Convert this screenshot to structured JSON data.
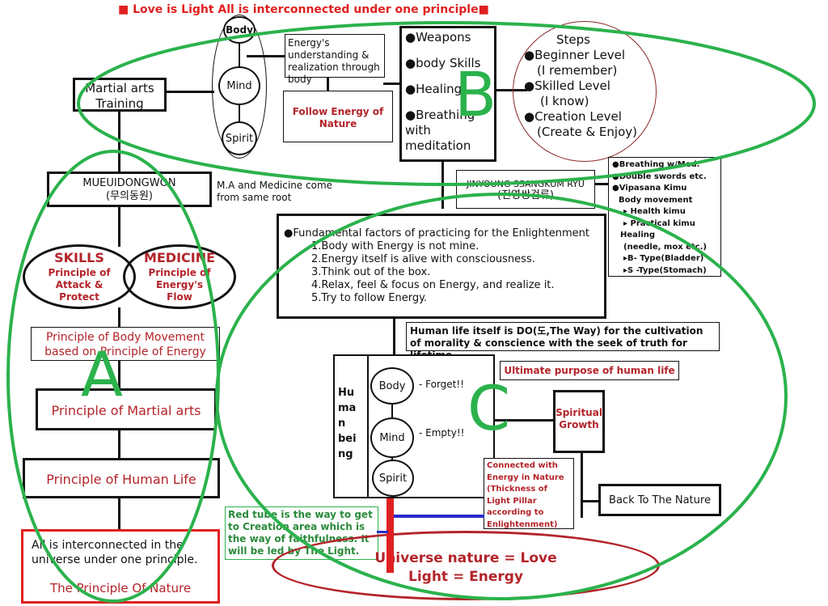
{
  "title": "■ Love is Light  All is interconnected under one principle■",
  "training_box": "Martial arts Training",
  "bms": {
    "body": "Body",
    "mind": "Mind",
    "spirit": "Spirit"
  },
  "energy_note": "Energy's understanding & realization through body",
  "follow_box": "Follow Energy of Nature",
  "weapons_list": [
    "●Weapons",
    "●body Skills",
    "●Healing",
    "●Breathing with meditation"
  ],
  "steps": {
    "title": "Steps",
    "items": [
      "●Beginner Level",
      "(I remember)",
      "●Skilled  Level",
      "(I know)",
      "●Creation Level",
      "(Create & Enjoy)"
    ]
  },
  "mueui": {
    "line1": "MUEUIDONGWON",
    "line2": "(무의동원)"
  },
  "ma_note": "M.A and Medicine come from same root",
  "jinyoung": {
    "line1": "JINYOUNG SSANGKUM RYU",
    "line2": "(진영쌍검류)"
  },
  "practice_list": [
    "●Breathing w/Med.",
    "●Double swords etc.",
    "●Vipasana Kimu",
    "Body movement",
    "▸ Health kimu",
    "▸ Practical kimu",
    "Healing",
    "(needle, mox etc.)",
    "▸B- Type(Bladder)",
    "▸S -Type(Stomach)"
  ],
  "skills": {
    "title": "SKILLS",
    "sub": "Principle of Attack & Protect"
  },
  "medicine": {
    "title": "MEDICINE",
    "sub": "Principle of Energy's Flow"
  },
  "fundamental": {
    "title": "●Fundamental factors of practicing for the Enlightenment",
    "items": [
      "1.Body with Energy is not mine.",
      "2.Energy itself is alive with consciousness.",
      "3.Think out of the box.",
      "4.Relax, feel & focus on Energy, and realize it.",
      "5.Try to follow Energy."
    ]
  },
  "principle_body": "Principle of Body Movement based on Principle of Energy",
  "principle_martial": "Principle of Martial arts",
  "principle_life": "Principle of Human Life",
  "nature_box": {
    "text": "All is interconnected in the universe under one principle.",
    "title": "The Principle Of Nature"
  },
  "human_life_note": "Human life itself is DO(도,The Way) for the cultivation of morality & conscience with the seek of truth for lifetime",
  "ultimate": "Ultimate purpose of human life",
  "human_being": "Hu ma n bei ng",
  "hb_circles": {
    "body": "Body",
    "mind": "Mind",
    "spirit": "Spirit"
  },
  "forget": "- Forget!!",
  "empty": "- Empty!!",
  "spiritual": "Spiritual Growth",
  "connected": "Connected with Energy in Nature (Thickness of Light Pillar according to Enlightenment)",
  "back_nature": "Back To The Nature",
  "red_tube_note": "Red tube is the way to get to Creation area which is the way of faithfulness. It will be led  by The Light.",
  "universe": {
    "line1": "Universe nature = Love",
    "line2": "Light = Energy"
  },
  "area_labels": {
    "a": "A",
    "b": "B",
    "c": "C"
  },
  "colors": {
    "green": "#2bb24c",
    "dark_red": "#b3242a",
    "bright_red": "#e02020",
    "blue": "#2a2ad0"
  }
}
